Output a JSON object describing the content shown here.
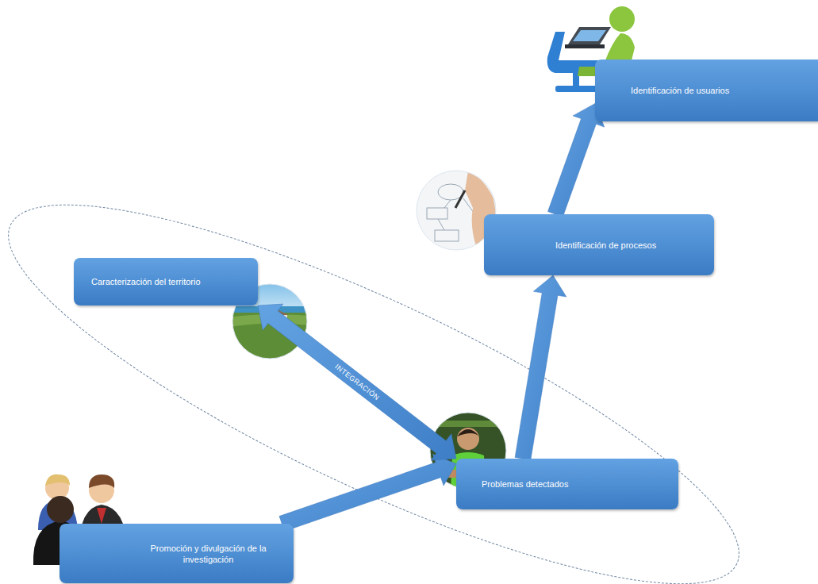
{
  "diagram": {
    "nodes": [
      {
        "text": [
          "Promoción y divulgación de la investigación"
        ]
      },
      {
        "text": [
          "Caracterización del territorio"
        ]
      },
      {
        "text": [
          "Problemas detectados"
        ]
      },
      {
        "text": [
          "Identificación de procesos"
        ]
      },
      {
        "text": [
          "Identificación de usuarios"
        ]
      }
    ],
    "edges": [
      {
        "from": 0,
        "to": 2,
        "arrow": "to"
      },
      {
        "from": 1,
        "to": 2,
        "label": "INTEGRACIÓN",
        "arrow": "both"
      },
      {
        "from": 2,
        "to": 3,
        "arrow": "to"
      },
      {
        "from": 3,
        "to": 4,
        "arrow": "to"
      }
    ]
  }
}
